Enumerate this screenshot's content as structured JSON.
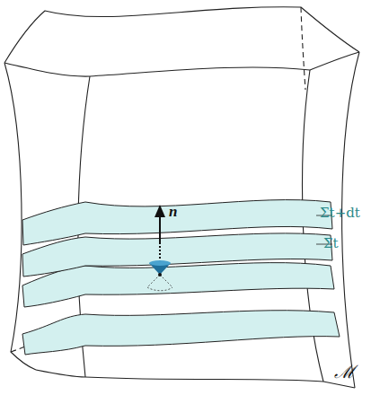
{
  "diagram": {
    "labels": [
      "n",
      "Σt+dt",
      "Σt",
      "ℳ"
    ]
  }
}
